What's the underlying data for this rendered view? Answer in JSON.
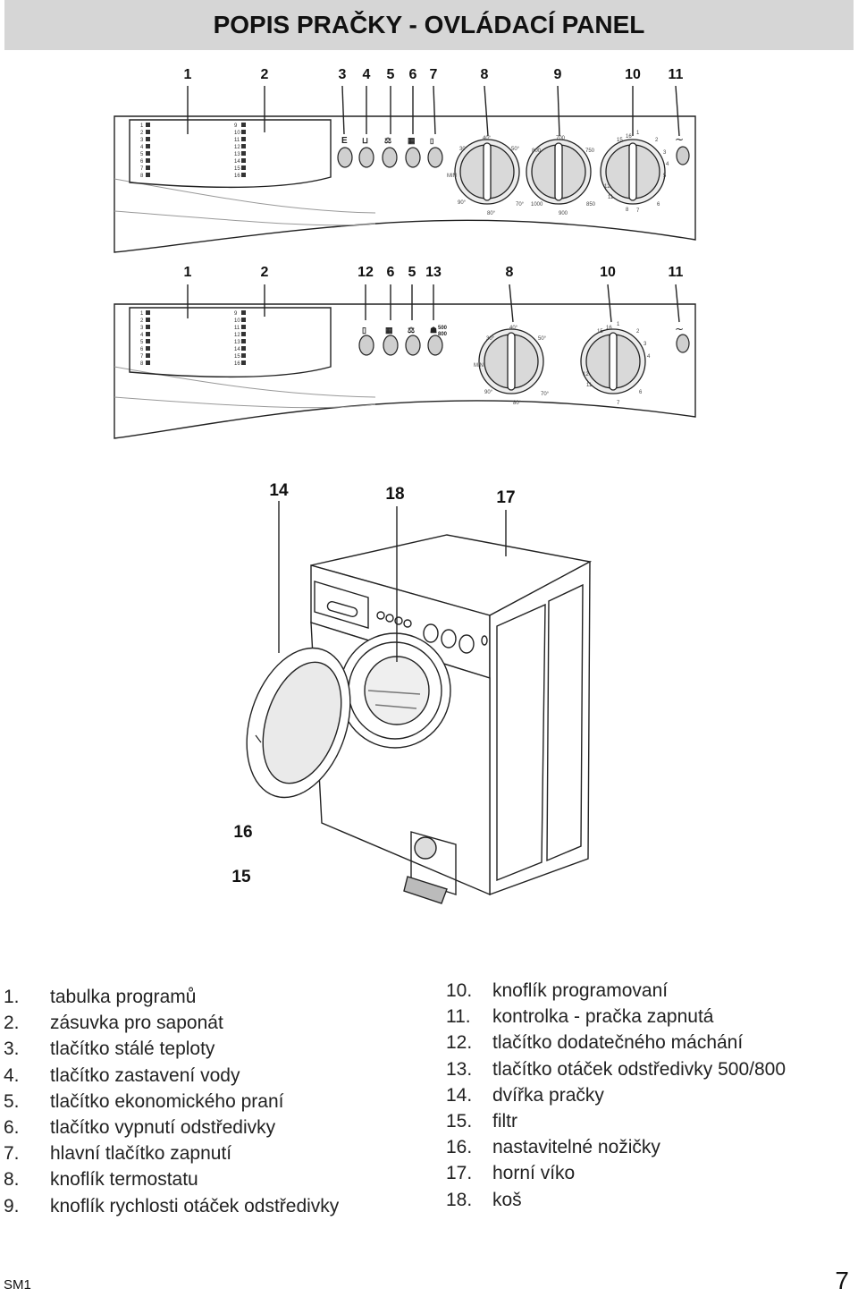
{
  "title": "POPIS PRAČKY - OVLÁDACÍ PANEL",
  "panel1_callouts": [
    "1",
    "2",
    "3",
    "4",
    "5",
    "6",
    "7",
    "8",
    "9",
    "10",
    "11"
  ],
  "panel2_callouts": [
    "1",
    "2",
    "12",
    "6",
    "5",
    "13",
    "8",
    "10",
    "11"
  ],
  "machine_callouts": {
    "door": "14",
    "drum": "18",
    "lid": "17",
    "feet": "16",
    "filter": "15"
  },
  "button_labels": {
    "spin_speed": "500\n800",
    "power_on": "1\n0"
  },
  "legend_left": [
    {
      "num": "1",
      "text": "tabulka programů"
    },
    {
      "num": "2",
      "text": "zásuvka pro saponát"
    },
    {
      "num": "3",
      "text": "tlačítko stálé  teploty"
    },
    {
      "num": "4",
      "text": "tlačítko zastavení vody"
    },
    {
      "num": "5",
      "text": "tlačítko ekonomického praní"
    },
    {
      "num": "6",
      "text": "tlačítko vypnutí odstředivky"
    },
    {
      "num": "7",
      "text": "hlavní  tlačítko zapnutí"
    },
    {
      "num": "8",
      "text": "knoflík termostatu"
    },
    {
      "num": "9",
      "text": "knoflík rychlosti otáček odstředivky"
    }
  ],
  "legend_right": [
    {
      "num": "10",
      "text": "knoflík programovaní"
    },
    {
      "num": "11",
      "text": "kontrolka -  pračka zapnutá"
    },
    {
      "num": "12",
      "text": "tlačítko dodatečného máchání"
    },
    {
      "num": "13",
      "text": "tlačítko otáček odstředivky 500/800"
    },
    {
      "num": "14",
      "text": "dvířka pračky"
    },
    {
      "num": "15",
      "text": "filtr"
    },
    {
      "num": "16",
      "text": "nastavitelné nožičky"
    },
    {
      "num": "17",
      "text": "horní víko"
    },
    {
      "num": "18",
      "text": "koš"
    }
  ],
  "footer": {
    "code": "SM1",
    "page": "7"
  }
}
